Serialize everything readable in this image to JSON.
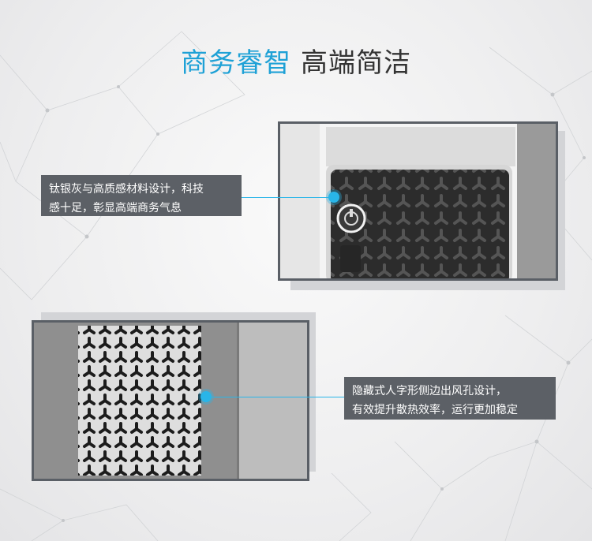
{
  "title": {
    "accent": "商务睿智",
    "rest": "高端简洁"
  },
  "callouts": [
    {
      "line1": "钛银灰与高质感材料设计，科技",
      "line2": "感十足，彰显高端商务气息"
    },
    {
      "line1": "隐藏式人字形侧边出风孔设计，",
      "line2": "有效提升散热效率，运行更加稳定"
    }
  ],
  "colors": {
    "accent": "#1ea1d6",
    "callout_bg": "#5c6066",
    "frame": "#5a5f66",
    "marker": "#29b5e8"
  },
  "icons": [
    "power-button-icon"
  ]
}
